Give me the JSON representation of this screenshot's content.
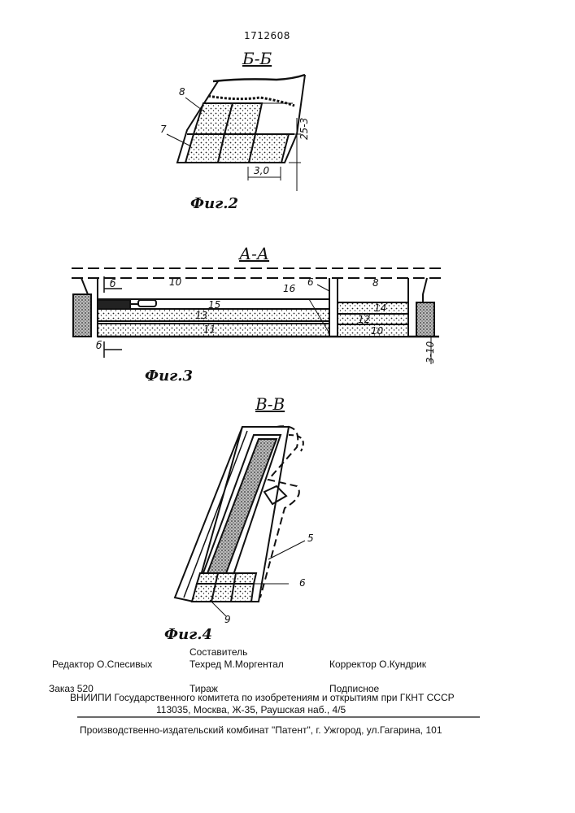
{
  "patent_number": "1712608",
  "figures": {
    "fig2": {
      "section_label": "Б-Б",
      "caption": "Фиг.2",
      "callouts": [
        "8",
        "7"
      ],
      "dimensions": [
        "3,0",
        "25-3"
      ]
    },
    "fig3": {
      "section_label": "А-А",
      "caption": "Фиг.3",
      "callouts": [
        "б",
        "10",
        "15",
        "16",
        "6",
        "8",
        "13",
        "14",
        "12",
        "11",
        "10",
        "б"
      ],
      "dimension": "3-10"
    },
    "fig4": {
      "section_label": "В-В",
      "caption": "Фиг.4",
      "callouts": [
        "5",
        "6",
        "9"
      ]
    }
  },
  "footer": {
    "editor": "Редактор  О.Спесивых",
    "composer": "Составитель",
    "techred": "Техред М.Моргентал",
    "corrector": "Корректор  О.Кундрик",
    "order": "Заказ  520",
    "circulation": "Тираж",
    "subscription": "Подписное",
    "institute": "ВНИИПИ Государственного комитета по изобретениям и открытиям при ГКНТ СССР",
    "address": "113035, Москва, Ж-35, Раушская наб., 4/5",
    "publisher": "Производственно-издательский комбинат \"Патент\", г. Ужгород, ул.Гагарина, 101"
  }
}
